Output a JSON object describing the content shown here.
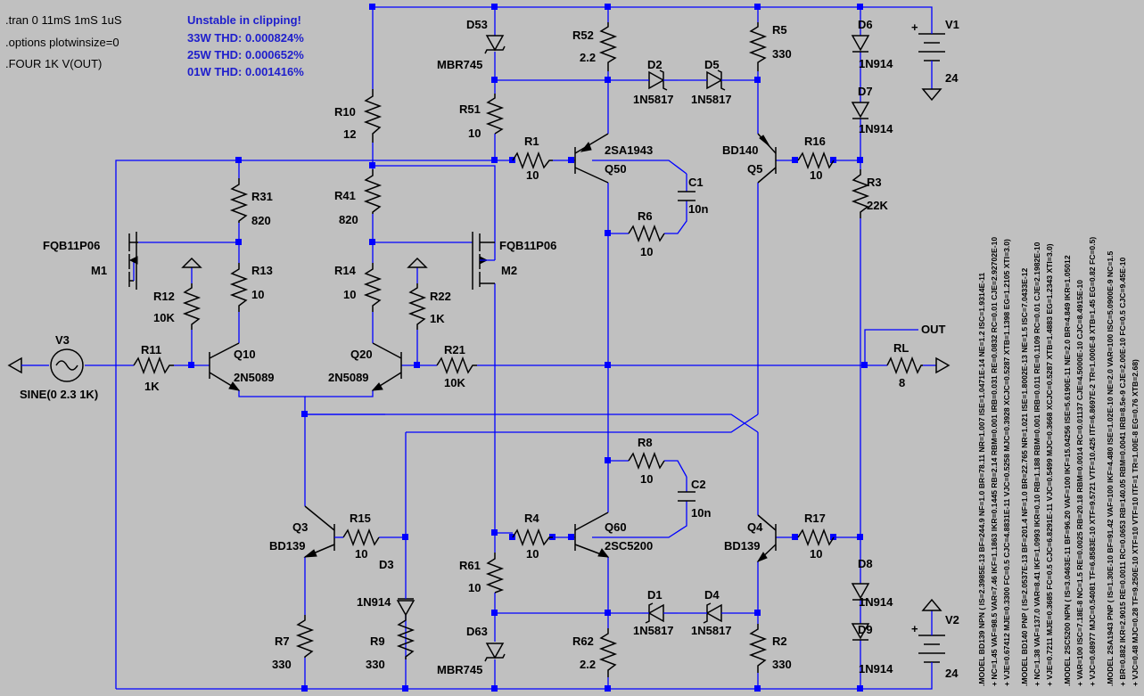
{
  "directives": [
    ".tran 0 11mS 1mS 1uS",
    ".options plotwinsize=0",
    ".FOUR 1K V(OUT)"
  ],
  "notes": {
    "title": "Unstable in clipping!",
    "thd": [
      "33W THD: 0.000824%",
      "25W THD: 0.000652%",
      "01W THD: 0.001416%"
    ]
  },
  "refs": {
    "V1": "V1",
    "V2": "V2",
    "V3": "V3",
    "R1": "R1",
    "R2": "R2",
    "R3": "R3",
    "R4": "R4",
    "R5": "R5",
    "R6": "R6",
    "R7": "R7",
    "R8": "R8",
    "R9": "R9",
    "R10": "R10",
    "R11": "R11",
    "R12": "R12",
    "R13": "R13",
    "R14": "R14",
    "R15": "R15",
    "R16": "R16",
    "R17": "R17",
    "R21": "R21",
    "R22": "R22",
    "R31": "R31",
    "R41": "R41",
    "R51": "R51",
    "R52": "R52",
    "R61": "R61",
    "R62": "R62",
    "RL": "RL",
    "C1": "C1",
    "C2": "C2",
    "D1": "D1",
    "D2": "D2",
    "D3": "D3",
    "D4": "D4",
    "D5": "D5",
    "D6": "D6",
    "D7": "D7",
    "D8": "D8",
    "D9": "D9",
    "D53": "D53",
    "D63": "D63",
    "Q3": "Q3",
    "Q4": "Q4",
    "Q5": "Q5",
    "Q10": "Q10",
    "Q20": "Q20",
    "Q50": "Q50",
    "Q60": "Q60",
    "M1": "M1",
    "M2": "M2",
    "OUT": "OUT"
  },
  "values": {
    "V1": "24",
    "V2": "24",
    "V3": "SINE(0 2.3 1K)",
    "R1": "10",
    "R2": "330",
    "R3": "22K",
    "R4": "10",
    "R5": "330",
    "R6": "10",
    "R7": "330",
    "R8": "10",
    "R9": "330",
    "R10": "12",
    "R11": "1K",
    "R12": "10K",
    "R13": "10",
    "R14": "10",
    "R15": "10",
    "R16": "10",
    "R17": "10",
    "R21": "10K",
    "R22": "1K",
    "R31": "820",
    "R41": "820",
    "R51": "10",
    "R52": "2.2",
    "R61": "10",
    "R62": "2.2",
    "RL": "8",
    "C1": "10n",
    "C2": "10n",
    "D1": "1N5817",
    "D2": "1N5817",
    "D3": "1N914",
    "D4": "1N5817",
    "D5": "1N5817",
    "D6": "1N914",
    "D7": "1N914",
    "D8": "1N914",
    "D9": "1N914",
    "D53": "MBR745",
    "D63": "MBR745",
    "Q3": "BD139",
    "Q4": "BD139",
    "Q5": "BD140",
    "Q10": "2N5089",
    "Q20": "2N5089",
    "Q50": "2SA1943",
    "Q60": "2SC5200",
    "M1": "FQB11P06",
    "M2": "FQB11P06"
  },
  "models": [
    ".MODEL BD139 NPN ( IS=2.3985E-13 BF=244.9 NF=1.0 BR=78.11 NR=1.007 ISE=1.0471E-14 NE=1.2 ISC=1.9314E-11",
    "+ NC=1.45 VAF=98.5 VAR=7.46 IKF=1.1863 IKR=0.1445 RB=2.14 RBM=0.001 IRB=0.031 RE=0.0832 RC=0.01 CJE=2.92702E-10",
    "+ VJE=0.67412 MJE=0.3300 FC=0.5 CJC=4.8831E-11 VJC=0.5258 MJC=0.3928 XCJC=0.5287 XTB=1.1398 EG=1.2105 XTI=3.0)",
    ".MODEL BD140 PNP ( IS=2.0537E-13 BF=201.4 NF=1.0 BR=22.765 NR=1.021 ISE=1.8002E-13 NE=1.5 ISC=7.0433E-12",
    "+ NC=1.38 VAF=137.0 VAR=8.41 IKF=1.0993 IKR=0.10 RB=1.188 RBM=0.001 IRB=0.011 RE=0.1109 RC=0.01 CJE=2.1982E-10",
    "+ VJE=0.7211 MJE=0.3685 FC=0.5 CJC=6.8291E-11 VJC=0.5499 MJC=0.3668 XCJC=0.5287 XTB=1.4883 EG=1.2343 XTI=3.0)",
    ".MODEL 2SC5200 NPN ( IS=3.0463E-11 BF=96.20 VAF=100 IKF=15.04256 ISE=5.6190E-11 NE=2.0 BR=4.849 IKR=1.05012",
    "+ VAR=100 ISC=7.18E-8 NC=1.5 RE=0.0025 RB=20.18 RBM=0.0014 RC=0.01137 CJE=4.5000E-10 CJC=8.4915E-10",
    "+ VJC=0.68977 MJC=0.54081 TF=6.8583E-10 XTF=9.5721 VTF=10.425 ITF=6.8697E-2 TR=1.000E-8 XTB=1.45 EG=0.82 FC=0.5)",
    ".MODEL 2SA1943 PNP ( IS=1.30E-10 BF=91.42 VAF=100 IKF=4.480 ISE=1.02E-10 NE=2.0 VAR=100 ISC=5.0900E-9 NC=1.5",
    "+ BR=0.882 IKR=2.9015 RE=0.0011 RC=0.0653 RB=140.05 RBM=0.0041 IRB=8.5e-9 CJE=2.00E-10 FC=0.5 CJC=9.45E-10",
    "+ VJC=0.48 MJC=0.28 TF=9.250E-10 XTF=10 VTF=10 ITF=1 TR=1.00E-8 EG=0.76 XTB=2.68)"
  ],
  "colors": {
    "background": "#c0c0c0",
    "wire": "#0000ff",
    "component": "#000000",
    "annotation": "#1e1ecc"
  }
}
